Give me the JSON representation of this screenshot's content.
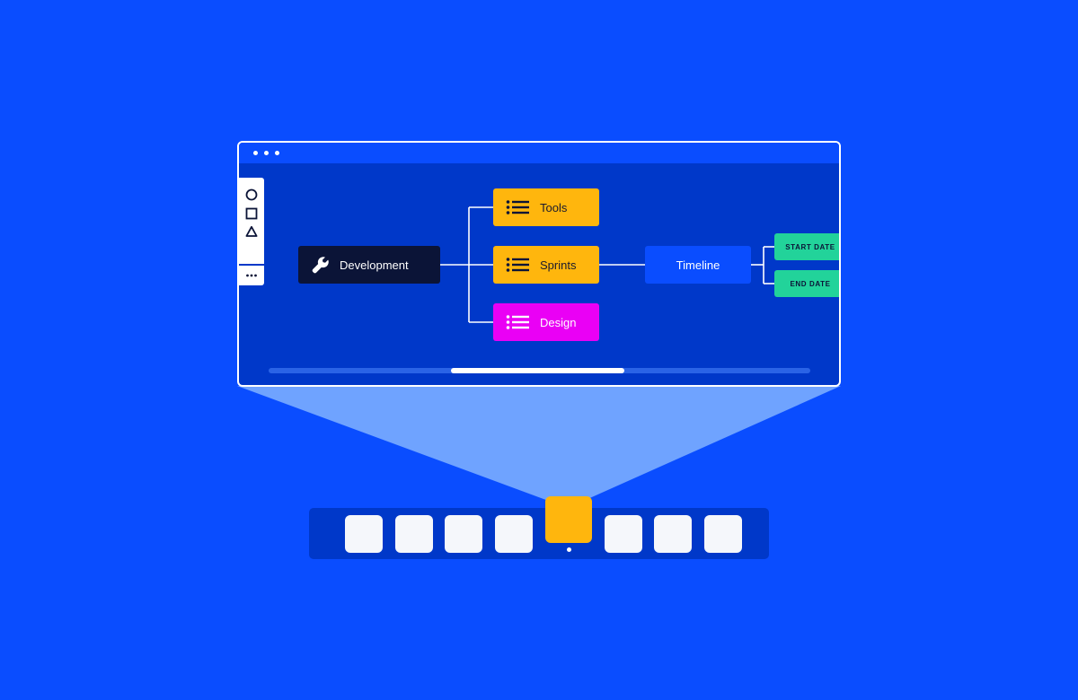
{
  "window": {
    "titlebar_dots": 3
  },
  "toolbar": {
    "tools": [
      "circle-icon",
      "square-icon",
      "triangle-icon"
    ],
    "more": "more-icon"
  },
  "diagram": {
    "root": {
      "label": "Development",
      "icon": "wrench-icon",
      "color": "#0b1437"
    },
    "branches": [
      {
        "label": "Tools",
        "icon": "list-icon",
        "color": "#ffb60d"
      },
      {
        "label": "Sprints",
        "icon": "list-icon",
        "color": "#ffb60d"
      },
      {
        "label": "Design",
        "icon": "list-icon",
        "color": "#ea00f5"
      }
    ],
    "timeline": {
      "label": "Timeline",
      "color": "#0a4dff"
    },
    "dates": [
      {
        "label": "START DATE",
        "color": "#22d39a"
      },
      {
        "label": "END DATE",
        "color": "#22d39a"
      }
    ]
  },
  "scrollbar": {
    "position": 0.33,
    "visible_fraction": 0.32
  },
  "dock": {
    "item_count": 8,
    "active_index": 4,
    "active_color": "#ffb60d"
  },
  "colors": {
    "background": "#0a4dff",
    "canvas": "#0038c9",
    "beam": "#6fa3ff"
  }
}
